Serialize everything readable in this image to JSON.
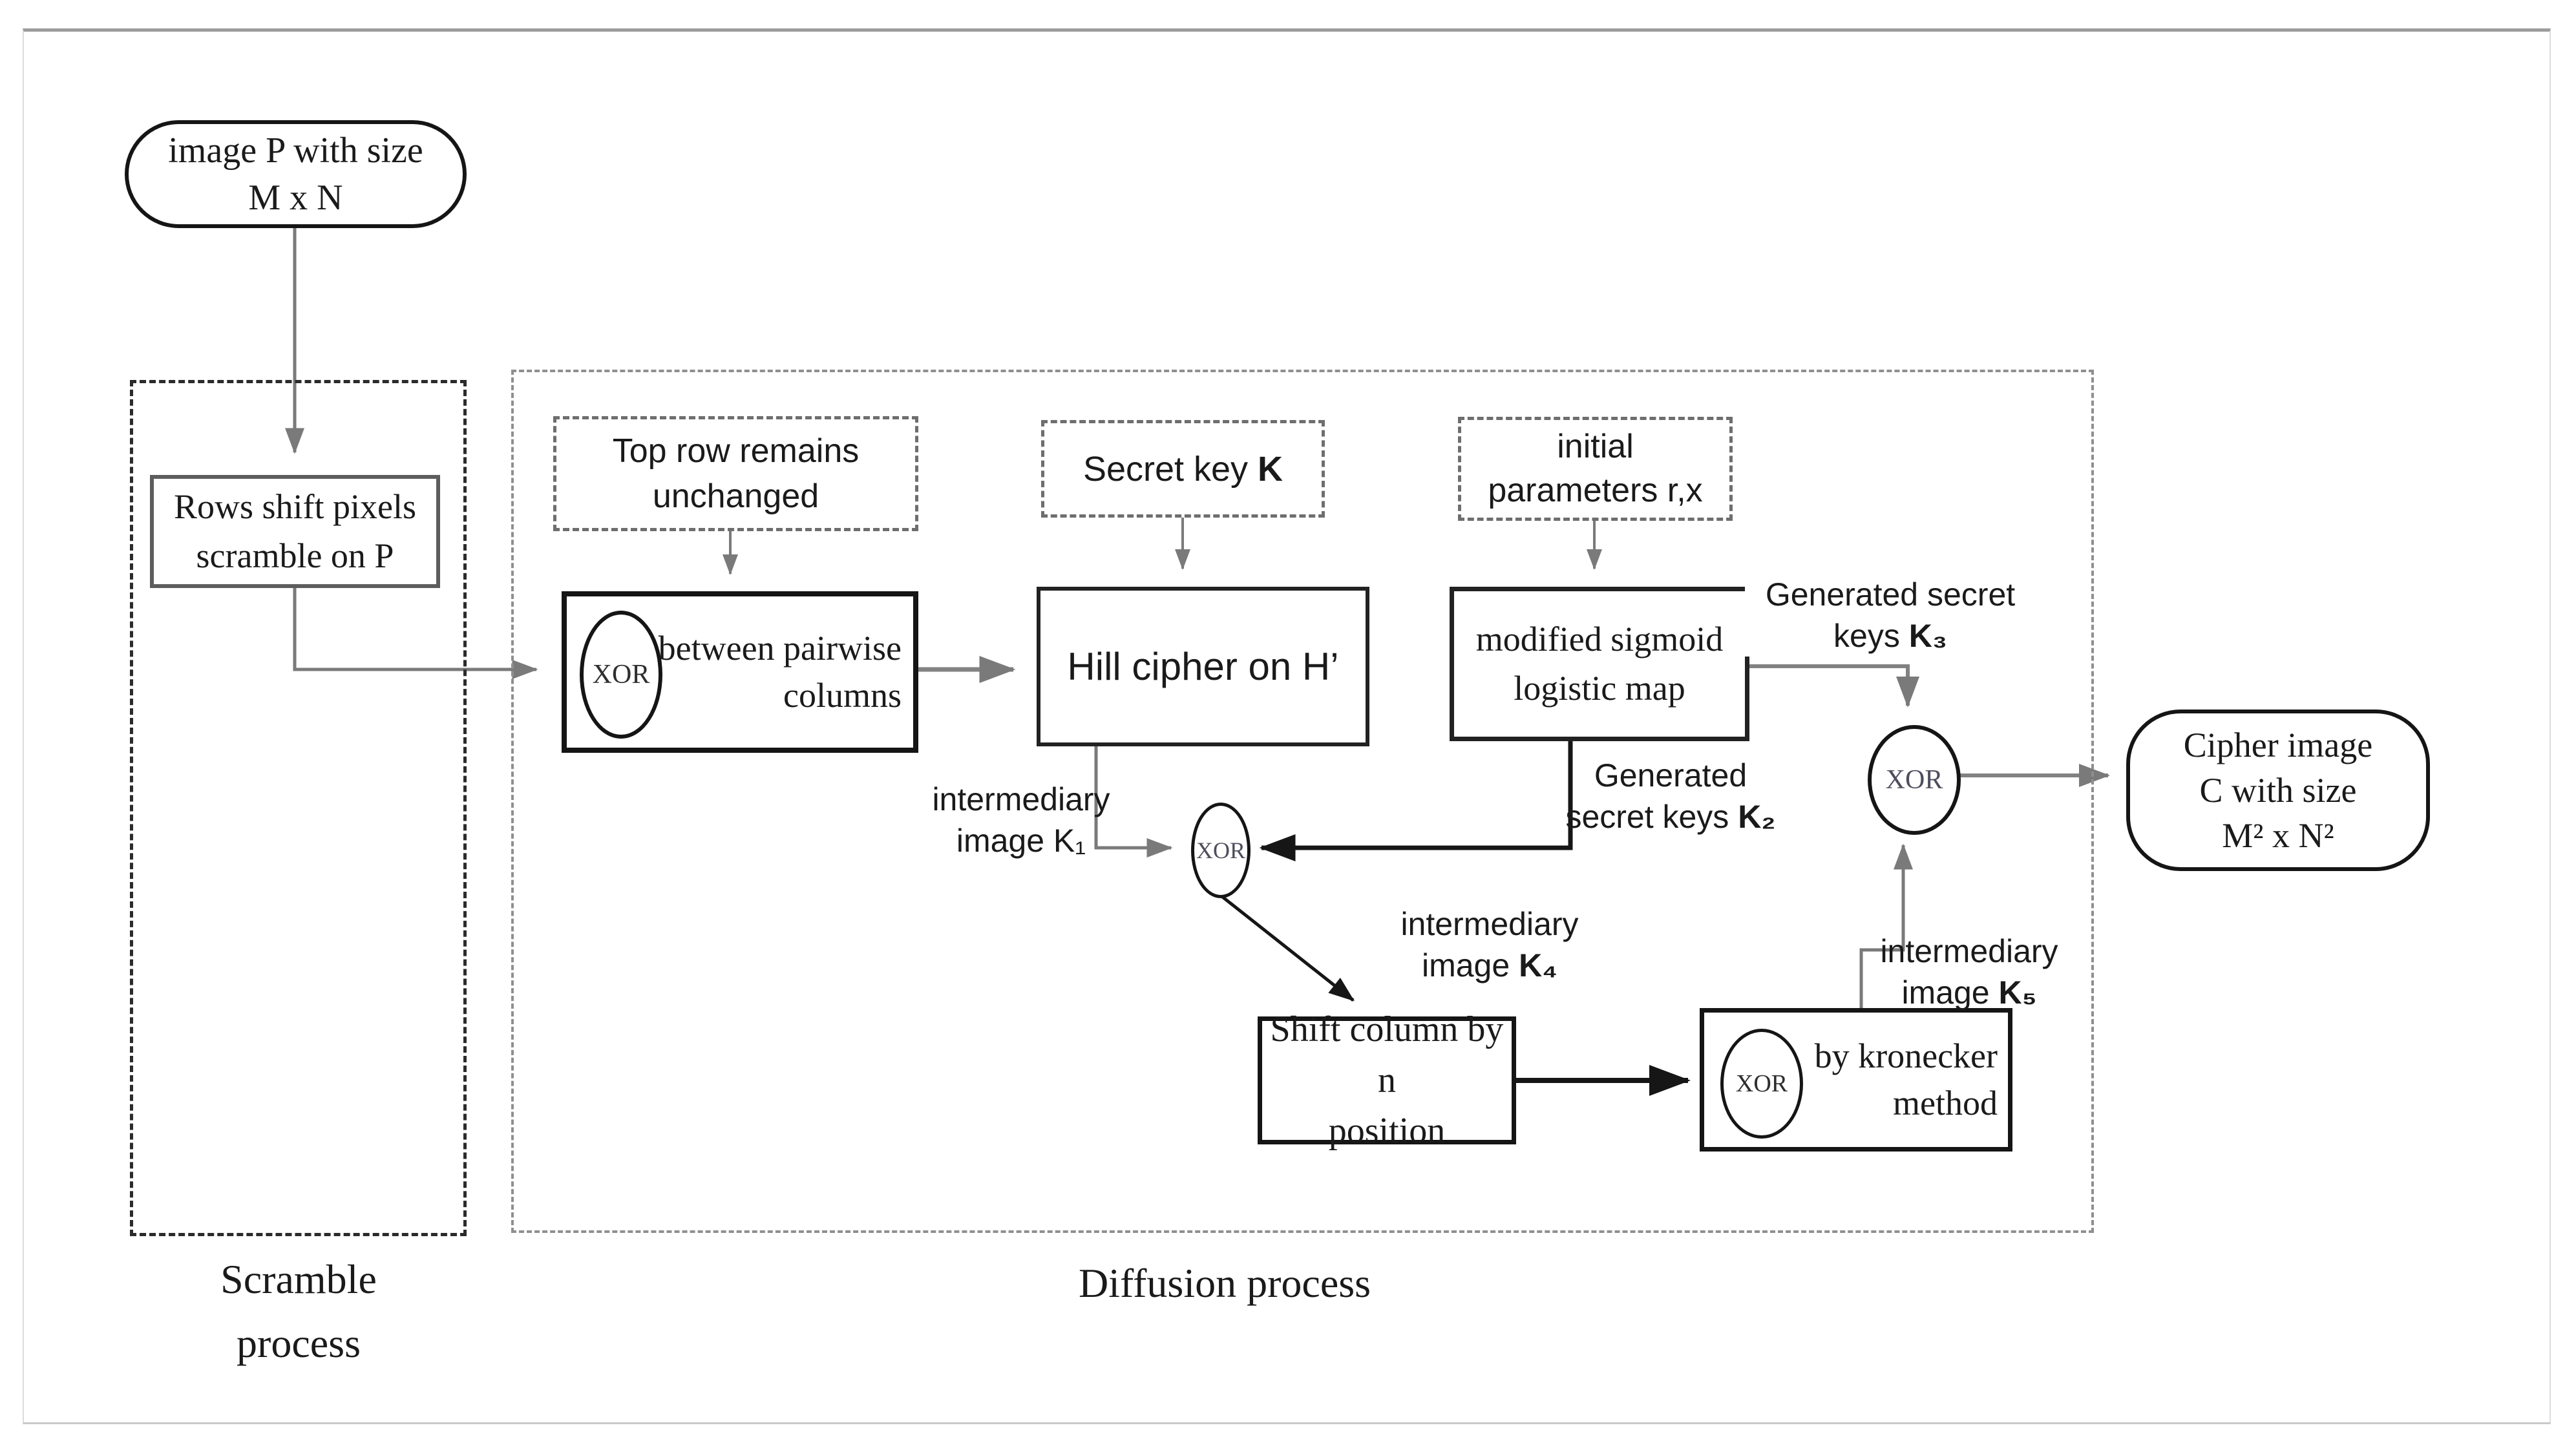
{
  "nodes": {
    "start": {
      "line1": "image P with size",
      "line2": "M x N"
    },
    "rows_shift": {
      "line1": "Rows shift pixels",
      "line2": "scramble on P"
    },
    "top_row": {
      "line1": "Top row remains",
      "line2": "unchanged"
    },
    "secret_key": {
      "prefix": "Secret key ",
      "key": "K"
    },
    "initial_params": {
      "line1": "initial",
      "line2": "parameters r,x"
    },
    "pairwise": {
      "xor": "XOR",
      "line1": "between pairwise",
      "line2": "columns"
    },
    "hill": {
      "label": "Hill cipher on H’"
    },
    "sigmoid": {
      "line1": "modified sigmoid",
      "line2": "logistic map"
    },
    "shift_column": {
      "line1": "Shift column by n",
      "line2": "position"
    },
    "kronecker": {
      "xor": "XOR",
      "line1": "by kronecker",
      "line2": "method"
    },
    "xor_mid": {
      "label": "XOR"
    },
    "xor_right": {
      "label": "XOR"
    },
    "cipher": {
      "line1": "Cipher image",
      "line2": "C with size",
      "line3": "M² x N²"
    }
  },
  "labels": {
    "k1": {
      "line1": "intermediary",
      "line2": "image K₁"
    },
    "k2": {
      "line1": "Generated",
      "line2_prefix": "secret keys ",
      "line2_key": "K₂"
    },
    "k3": {
      "line1": "Generated secret",
      "line2_prefix": "keys ",
      "line2_key": "K₃"
    },
    "k4": {
      "line1": "intermediary",
      "line2_prefix": "image ",
      "line2_key": "K₄"
    },
    "k5": {
      "line1": "intermediary",
      "line2_prefix": "image ",
      "line2_key": "K₅"
    },
    "scramble": {
      "line1": "Scramble",
      "line2": "process"
    },
    "diffusion": {
      "label": "Diffusion process"
    }
  },
  "colors": {
    "connector_gray": "#7a7a7a",
    "connector_black": "#161616",
    "box_border": "#151515",
    "dashed_container": "#8f8f8f"
  }
}
